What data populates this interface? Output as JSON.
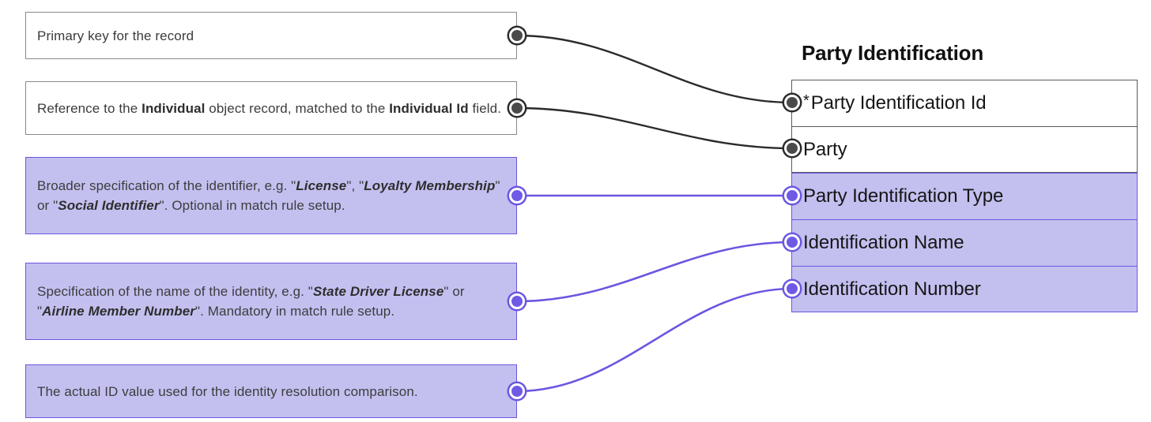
{
  "diagram": {
    "title": "Party Identification",
    "accent_violet": "#6b56e0",
    "fill_violet": "#c3c0f0",
    "accent_dark": "#2b2b2b"
  },
  "callouts": [
    {
      "name": "primary-key-note",
      "style": "plain",
      "html": "Primary key for the record"
    },
    {
      "name": "individual-reference-note",
      "style": "plain",
      "html": "Reference to the <b>Individual</b> object record, matched to the <b>Individual Id</b> field."
    },
    {
      "name": "party-identification-type-note",
      "style": "violet",
      "html": "Broader specification of the identifier, e.g. \"<i>License</i>\", \"<i>Loyalty Membership</i>\" or \"<i>Social Identifier</i>\". Optional in match rule setup."
    },
    {
      "name": "identification-name-note",
      "style": "violet",
      "html": "Specification of the name of the identity, e.g. \"<i>State Driver License</i>\" or \"<i>Airline Member Number</i>\". Mandatory in match rule setup."
    },
    {
      "name": "identification-number-note",
      "style": "violet",
      "html": "The actual ID value used for the identity resolution comparison."
    }
  ],
  "entity": {
    "title": "Party Identification",
    "rows": [
      {
        "name": "party-identification-id",
        "required_marker": "*",
        "label": "Party Identification Id",
        "kind": "key"
      },
      {
        "name": "party",
        "required_marker": "",
        "label": "Party",
        "kind": "key"
      },
      {
        "name": "party-identification-type",
        "required_marker": "",
        "label": "Party Identification Type",
        "kind": "attr"
      },
      {
        "name": "identification-name",
        "required_marker": "",
        "label": "Identification Name",
        "kind": "attr"
      },
      {
        "name": "identification-number",
        "required_marker": "",
        "label": "Identification Number",
        "kind": "attr"
      }
    ]
  },
  "connections": [
    {
      "from": "primary-key-note",
      "to": "party-identification-id",
      "color": "#2b2b2b"
    },
    {
      "from": "individual-reference-note",
      "to": "party",
      "color": "#2b2b2b"
    },
    {
      "from": "party-identification-type-note",
      "to": "party-identification-type",
      "color": "#6b56e0"
    },
    {
      "from": "identification-name-note",
      "to": "identification-name",
      "color": "#6b56e0"
    },
    {
      "from": "identification-number-note",
      "to": "identification-number",
      "color": "#6b56e0"
    }
  ]
}
